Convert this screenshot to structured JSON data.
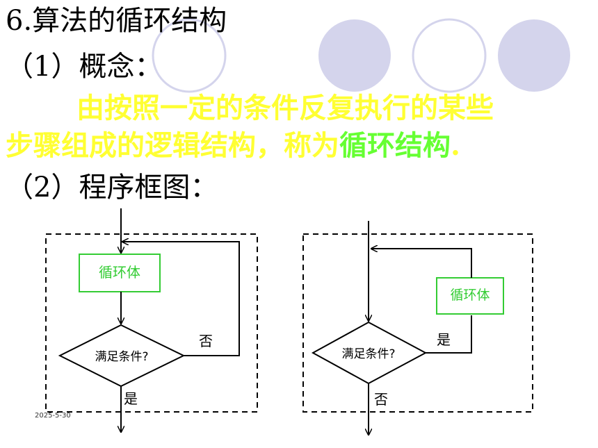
{
  "heading": "6.算法的循环结构",
  "section1": "（1）概念：",
  "definition": {
    "line1": "由按照一定的条件反复执行的某些",
    "line2_prefix": "步骤组成的逻辑结构，称为",
    "line2_term": "循环结构",
    "line2_suffix": "."
  },
  "section2": "（2）程序框图：",
  "flowchart_left": {
    "body": "循环体",
    "condition": "满足条件?",
    "no_label": "否",
    "yes_label": "是"
  },
  "flowchart_right": {
    "body": "循环体",
    "condition": "满足条件?",
    "yes_label": "是",
    "no_label": "否"
  },
  "date": "2025-5-30",
  "colors": {
    "definition_text": "#ffff33",
    "term_text": "#66ff33",
    "circle_fill": "#d4d4ec",
    "body_box_border": "#33cc33",
    "body_box_text": "#33cc33"
  }
}
